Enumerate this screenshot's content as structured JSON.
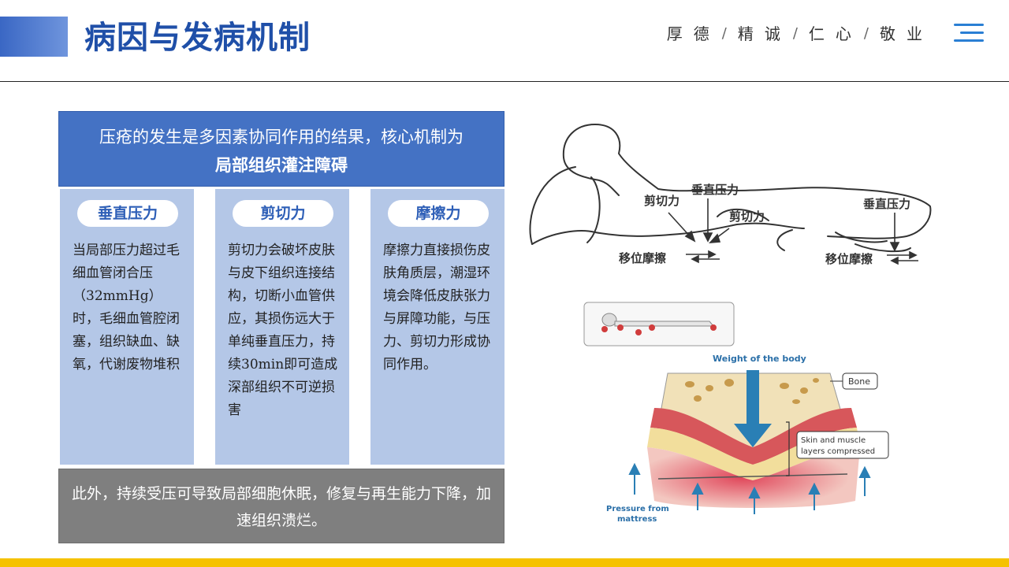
{
  "header": {
    "title": "病因与发病机制",
    "motto": [
      "厚德",
      "精诚",
      "仁心",
      "敬业"
    ],
    "separator": "/"
  },
  "summary": {
    "line1": "压疮的发生是多因素协同作用的结果，核心机制为",
    "line2": "局部组织灌注障碍"
  },
  "columns": [
    {
      "title": "垂直压力",
      "text": "当局部压力超过毛细血管闭合压（32mmHg）时，毛细血管腔闭塞，组织缺血、缺氧，代谢废物堆积"
    },
    {
      "title": "剪切力",
      "text": "剪切力会破坏皮肤与皮下组织连接结构，切断小血管供应，其损伤远大于单纯垂直压力，持续30min即可造成深部组织不可逆损害"
    },
    {
      "title": "摩擦力",
      "text": "摩擦力直接损伤皮肤角质层，潮湿环境会降低皮肤张力与屏障功能，与压力、剪切力形成协同作用。"
    }
  ],
  "footer_note": "此外，持续受压可导致局部细胞休眠，修复与再生能力下降，加速组织溃烂。",
  "figure1": {
    "labels": [
      "垂直压力",
      "剪切力",
      "剪切力",
      "垂直压力",
      "移位摩擦",
      "移位摩擦"
    ]
  },
  "figure2": {
    "weight_label": "Weight of the body",
    "bone_label": "Bone",
    "skin_label_1": "Skin and muscle",
    "skin_label_2": "layers compressed",
    "pressure_label_1": "Pressure from",
    "pressure_label_2": "mattress"
  },
  "colors": {
    "accent_blue": "#4472c4",
    "title_blue": "#1f4fa8",
    "column_blue": "#b4c7e7",
    "footer_gray": "#7f7f7f",
    "footer_yellow": "#f5c200"
  }
}
